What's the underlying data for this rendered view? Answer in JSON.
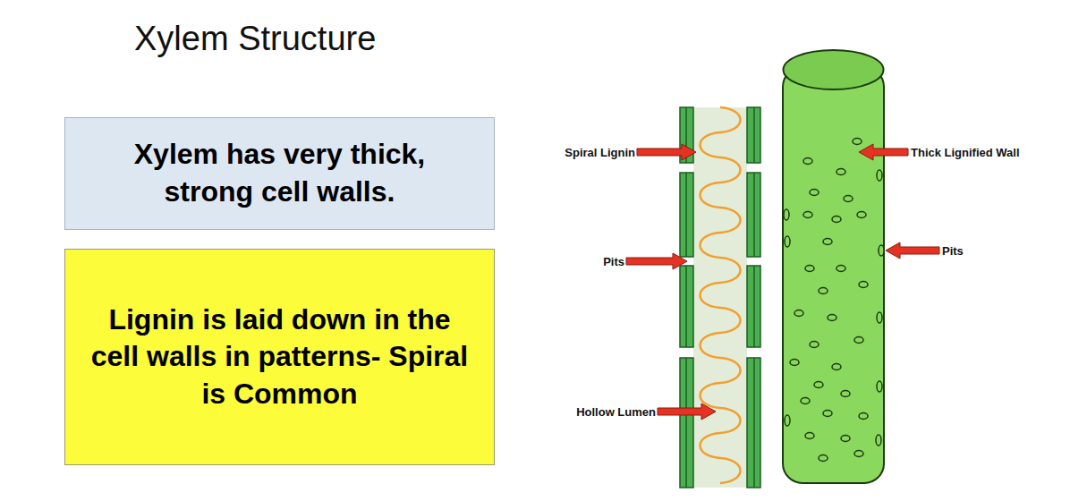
{
  "diagram": {
    "title": "Xylem Structure",
    "nodes": [
      {
        "text": [
          "Xylem has very thick, strong cell walls."
        ]
      },
      {
        "text": [
          "Lignin is laid down in the cell walls in patterns- Spiral is Common"
        ]
      }
    ],
    "labels": [
      "Spiral Lignin",
      "Pits",
      "Hollow Lumen",
      "Thick Lignified Wall",
      "Pits"
    ]
  }
}
